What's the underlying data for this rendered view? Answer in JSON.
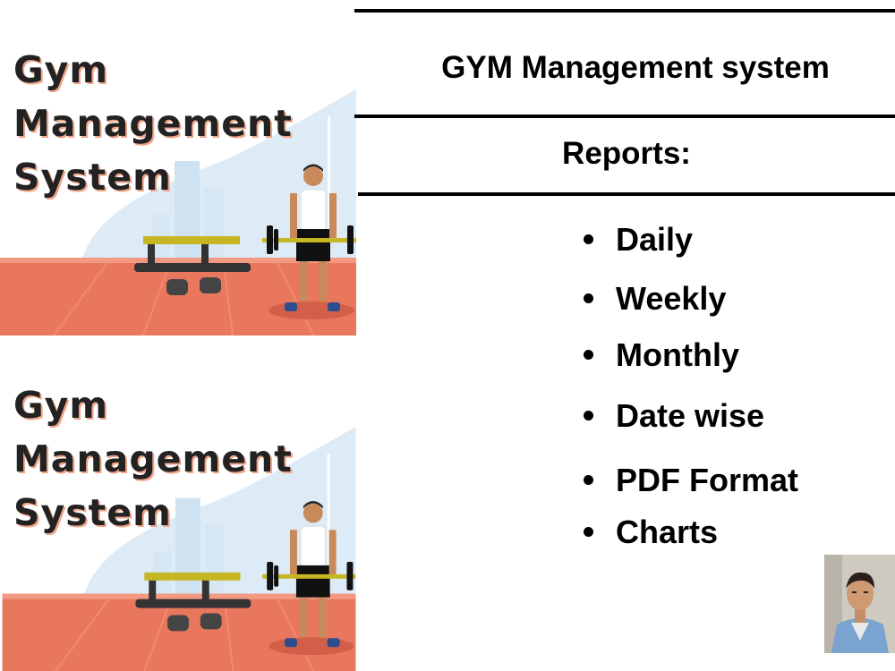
{
  "banners": [
    {
      "title_lines": [
        "Gym",
        "Management",
        "System"
      ]
    },
    {
      "title_lines": [
        "Gym",
        "Management",
        "System"
      ]
    }
  ],
  "main_title": "GYM Management system",
  "section_heading": "Reports:",
  "report_items": [
    "Daily",
    "Weekly",
    "Monthly",
    "Date wise",
    "PDF Format",
    "Charts"
  ],
  "colors": {
    "floor": "#e9775d",
    "sky": "#dcebf6",
    "bench": "#c6b624",
    "text_shadow": "#f0a488"
  }
}
